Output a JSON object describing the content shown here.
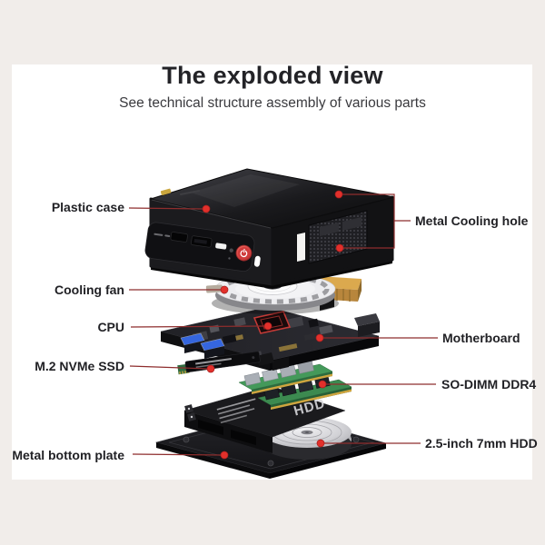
{
  "header": {
    "title": "The exploded view",
    "subtitle": "See technical structure assembly of various parts"
  },
  "diagram": {
    "labels": {
      "plastic_case": "Plastic case",
      "cooling_fan": "Cooling fan",
      "cpu": "CPU",
      "m2_nvme_ssd": "M.2 NVMe SSD",
      "metal_bottom_plate": "Metal bottom plate",
      "metal_cooling_hole": "Metal Cooling hole",
      "motherboard": "Motherboard",
      "so_dimm_ddr4": "SO-DIMM DDR4",
      "hdd_2_5_inch": "2.5-inch 7mm HDD"
    },
    "device_markings": {
      "hdd": "HDD"
    },
    "colors": {
      "leader_line": "#8e2d2d",
      "leader_dot": "#e2302b",
      "power_button": "#d84545",
      "heatsink_gold": "#d8a64c",
      "ram_green": "#3f9153",
      "background_frame": "#f1edea",
      "card_background": "#ffffff"
    }
  }
}
